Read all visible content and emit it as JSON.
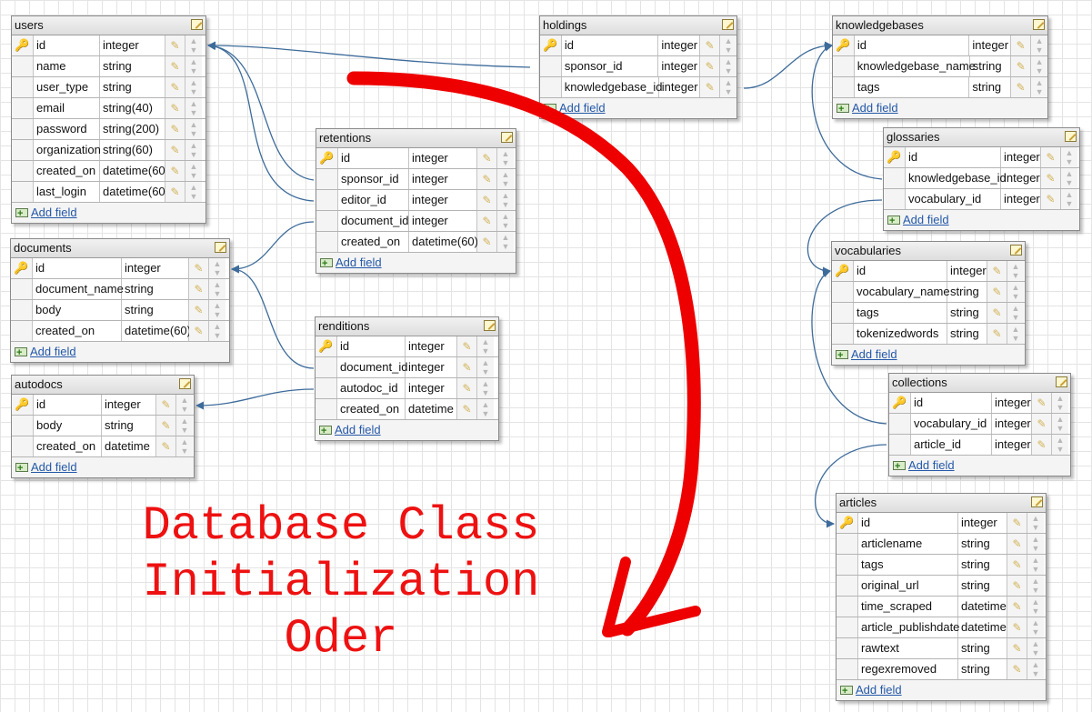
{
  "caption": [
    "Database Class",
    "Initialization",
    "Oder"
  ],
  "add_field_label": "Add field",
  "colors": {
    "relation": "#3d6b9a",
    "arrow": "#ee0000",
    "accent_link": "#2458a8"
  },
  "tables": [
    {
      "name": "users",
      "fields": [
        {
          "name": "id",
          "type": "integer",
          "pk": true
        },
        {
          "name": "name",
          "type": "string"
        },
        {
          "name": "user_type",
          "type": "string"
        },
        {
          "name": "email",
          "type": "string(40)"
        },
        {
          "name": "password",
          "type": "string(200)"
        },
        {
          "name": "organization",
          "type": "string(60)"
        },
        {
          "name": "created_on",
          "type": "datetime(60)"
        },
        {
          "name": "last_login",
          "type": "datetime(60)"
        }
      ]
    },
    {
      "name": "documents",
      "fields": [
        {
          "name": "id",
          "type": "integer",
          "pk": true
        },
        {
          "name": "document_name",
          "type": "string"
        },
        {
          "name": "body",
          "type": "string"
        },
        {
          "name": "created_on",
          "type": "datetime(60)"
        }
      ]
    },
    {
      "name": "autodocs",
      "fields": [
        {
          "name": "id",
          "type": "integer",
          "pk": true
        },
        {
          "name": "body",
          "type": "string"
        },
        {
          "name": "created_on",
          "type": "datetime"
        }
      ]
    },
    {
      "name": "retentions",
      "fields": [
        {
          "name": "id",
          "type": "integer",
          "pk": true
        },
        {
          "name": "sponsor_id",
          "type": "integer"
        },
        {
          "name": "editor_id",
          "type": "integer"
        },
        {
          "name": "document_id",
          "type": "integer"
        },
        {
          "name": "created_on",
          "type": "datetime(60)"
        }
      ]
    },
    {
      "name": "renditions",
      "fields": [
        {
          "name": "id",
          "type": "integer",
          "pk": true
        },
        {
          "name": "document_id",
          "type": "integer"
        },
        {
          "name": "autodoc_id",
          "type": "integer"
        },
        {
          "name": "created_on",
          "type": "datetime"
        }
      ]
    },
    {
      "name": "holdings",
      "fields": [
        {
          "name": "id",
          "type": "integer",
          "pk": true
        },
        {
          "name": "sponsor_id",
          "type": "integer"
        },
        {
          "name": "knowledgebase_id",
          "type": "integer"
        }
      ]
    },
    {
      "name": "knowledgebases",
      "fields": [
        {
          "name": "id",
          "type": "integer",
          "pk": true
        },
        {
          "name": "knowledgebase_name",
          "type": "string"
        },
        {
          "name": "tags",
          "type": "string"
        }
      ]
    },
    {
      "name": "glossaries",
      "fields": [
        {
          "name": "id",
          "type": "integer",
          "pk": true
        },
        {
          "name": "knowledgebase_id",
          "type": "integer"
        },
        {
          "name": "vocabulary_id",
          "type": "integer"
        }
      ]
    },
    {
      "name": "vocabularies",
      "fields": [
        {
          "name": "id",
          "type": "integer",
          "pk": true
        },
        {
          "name": "vocabulary_name",
          "type": "string"
        },
        {
          "name": "tags",
          "type": "string"
        },
        {
          "name": "tokenizedwords",
          "type": "string"
        }
      ]
    },
    {
      "name": "collections",
      "fields": [
        {
          "name": "id",
          "type": "integer",
          "pk": true
        },
        {
          "name": "vocabulary_id",
          "type": "integer"
        },
        {
          "name": "article_id",
          "type": "integer"
        }
      ]
    },
    {
      "name": "articles",
      "fields": [
        {
          "name": "id",
          "type": "integer",
          "pk": true
        },
        {
          "name": "articlename",
          "type": "string"
        },
        {
          "name": "tags",
          "type": "string"
        },
        {
          "name": "original_url",
          "type": "string"
        },
        {
          "name": "time_scraped",
          "type": "datetime"
        },
        {
          "name": "article_publishdate",
          "type": "datetime"
        },
        {
          "name": "rawtext",
          "type": "string"
        },
        {
          "name": "regexremoved",
          "type": "string"
        }
      ]
    }
  ]
}
